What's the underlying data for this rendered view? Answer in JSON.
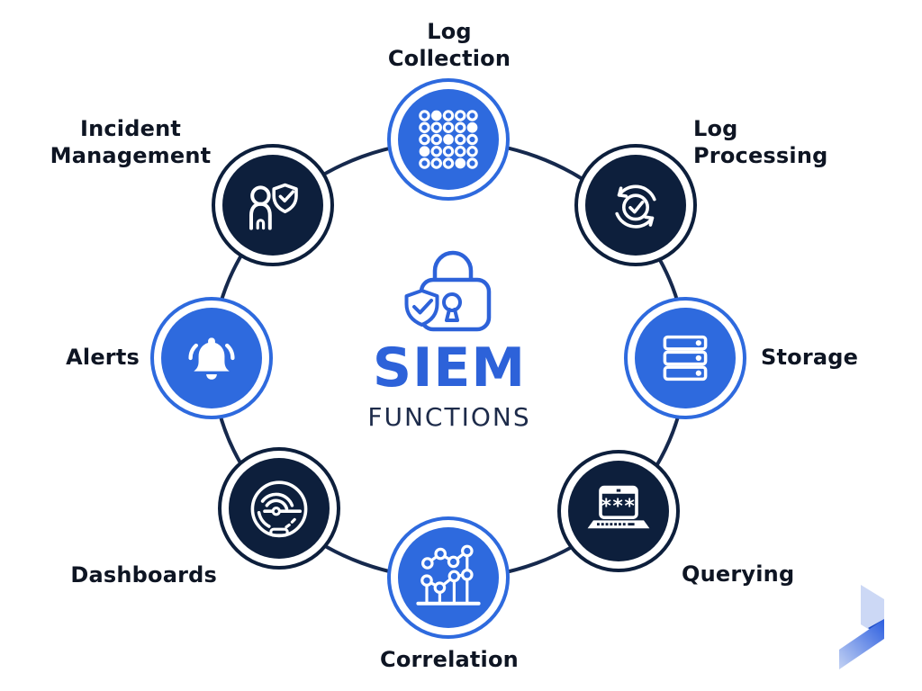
{
  "title": {
    "main": "SIEM",
    "sub": "FUNCTIONS",
    "icon": "lock-shield-icon"
  },
  "nodes": [
    {
      "id": "log-collection",
      "label": "Log\nCollection",
      "style": "blue",
      "icon": "dots-grid-icon"
    },
    {
      "id": "incident-management",
      "label": "Incident\nManagement",
      "style": "navy",
      "icon": "person-shield-icon"
    },
    {
      "id": "log-processing",
      "label": "Log\nProcessing",
      "style": "navy",
      "icon": "sync-check-icon"
    },
    {
      "id": "alerts",
      "label": "Alerts",
      "style": "blue",
      "icon": "bell-icon"
    },
    {
      "id": "storage",
      "label": "Storage",
      "style": "blue",
      "icon": "server-stack-icon"
    },
    {
      "id": "dashboards",
      "label": "Dashboards",
      "style": "navy",
      "icon": "gauge-icon"
    },
    {
      "id": "querying",
      "label": "Querying",
      "style": "navy",
      "icon": "password-laptop-icon"
    },
    {
      "id": "correlation",
      "label": "Correlation",
      "style": "blue",
      "icon": "scatter-chart-icon"
    }
  ],
  "logo": {
    "icon": "brand-mark-icon"
  },
  "colors": {
    "node_blue": "#2e6ade",
    "node_navy": "#0d1f3c",
    "ring": "#16294d",
    "title_blue": "#2d62d9",
    "title_navy": "#1d2b4a",
    "label_text": "#0e1523",
    "background": "#ffffff",
    "logo_light": "#ccd8f5",
    "logo_blue": "#2d5fe0"
  }
}
